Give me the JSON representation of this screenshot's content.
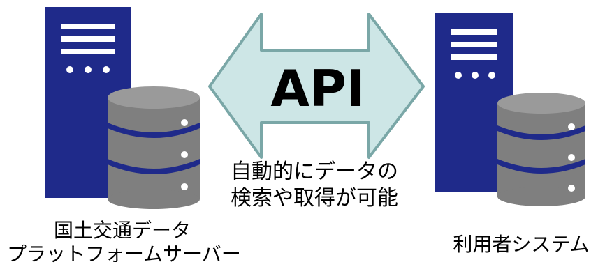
{
  "arrow": {
    "label": "API",
    "caption_line1": "自動的にデータの",
    "caption_line2": "検索や取得が可能",
    "fill_color": "#cde6e6",
    "stroke_color": "#7aa7a7"
  },
  "left_system": {
    "caption_line1": "国土交通データ",
    "caption_line2": "プラットフォームサーバー"
  },
  "right_system": {
    "caption": "利用者システム"
  },
  "colors": {
    "server_body": "#1f2a8a",
    "server_slot": "#ffffff",
    "db_gray": "#7f7f7f",
    "db_band": "#1f2a8a"
  },
  "icons": [
    "server-icon",
    "database-icon",
    "double-arrow-icon"
  ]
}
